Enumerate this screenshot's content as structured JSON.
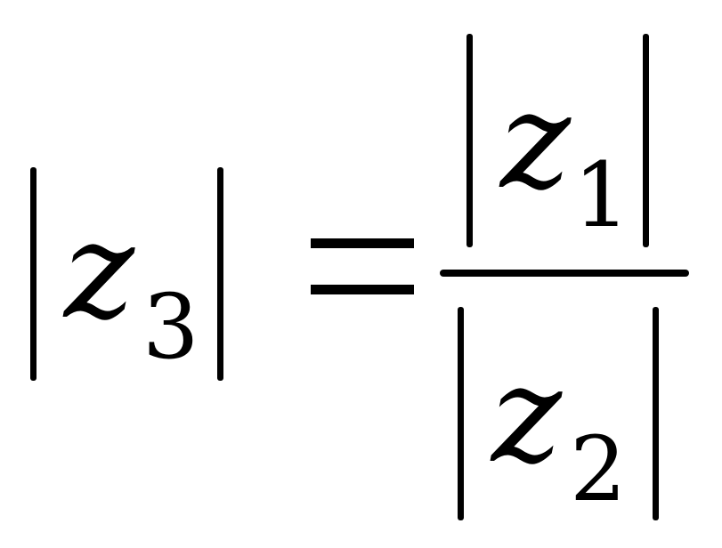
{
  "formula": {
    "lhs": {
      "var": "z",
      "sub": "3"
    },
    "operator": "=",
    "numerator": {
      "var": "z",
      "sub": "1"
    },
    "denominator": {
      "var": "z",
      "sub": "2"
    }
  }
}
